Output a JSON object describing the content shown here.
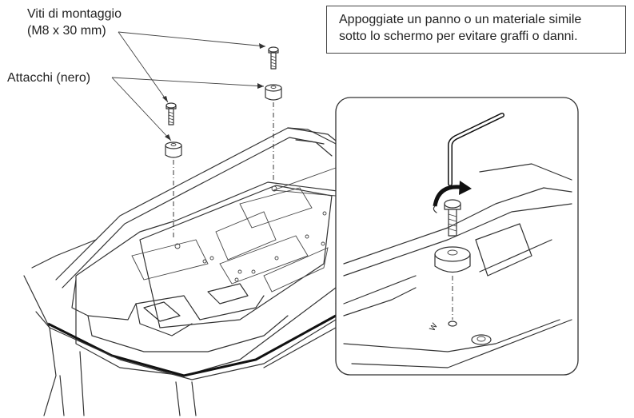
{
  "labels": {
    "screws_line1": "Viti di montaggio",
    "screws_line2": "(M8 x 30 mm)",
    "brackets": "Attacchi (nero)",
    "hole_mark": "W"
  },
  "note": {
    "line1": "Appoggiate un panno o un materiale simile",
    "line2": "sotto lo schermo per evitare graffi o danni."
  }
}
